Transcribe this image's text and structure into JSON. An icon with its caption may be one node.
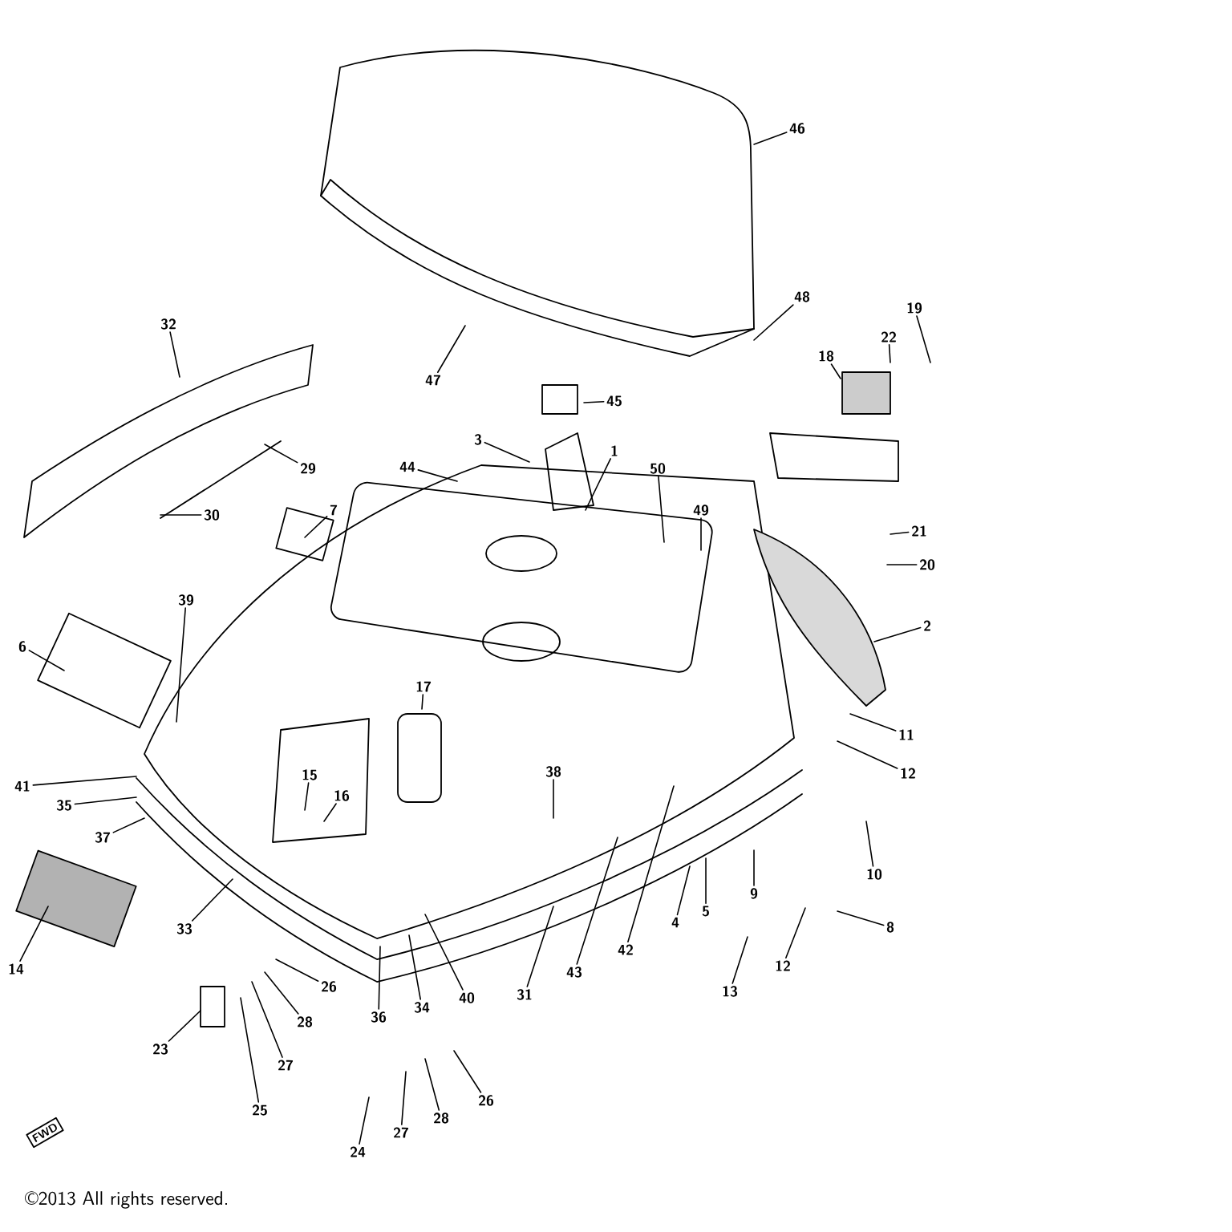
{
  "diagram": {
    "nodes": [
      {
        "text": [
          "46"
        ]
      },
      {
        "text": [
          "32"
        ]
      },
      {
        "text": [
          "47"
        ]
      },
      {
        "text": [
          "48"
        ]
      },
      {
        "text": [
          "19"
        ]
      },
      {
        "text": [
          "22"
        ]
      },
      {
        "text": [
          "18"
        ]
      },
      {
        "text": [
          "45"
        ]
      },
      {
        "text": [
          "3"
        ]
      },
      {
        "text": [
          "44"
        ]
      },
      {
        "text": [
          "1"
        ]
      },
      {
        "text": [
          "29"
        ]
      },
      {
        "text": [
          "50"
        ]
      },
      {
        "text": [
          "49"
        ]
      },
      {
        "text": [
          "30"
        ]
      },
      {
        "text": [
          "7"
        ]
      },
      {
        "text": [
          "21"
        ]
      },
      {
        "text": [
          "20"
        ]
      },
      {
        "text": [
          "39"
        ]
      },
      {
        "text": [
          "6"
        ]
      },
      {
        "text": [
          "2"
        ]
      },
      {
        "text": [
          "17"
        ]
      },
      {
        "text": [
          "11"
        ]
      },
      {
        "text": [
          "41"
        ]
      },
      {
        "text": [
          "35"
        ]
      },
      {
        "text": [
          "15"
        ]
      },
      {
        "text": [
          "16"
        ]
      },
      {
        "text": [
          "38"
        ]
      },
      {
        "text": [
          "12"
        ]
      },
      {
        "text": [
          "37"
        ]
      },
      {
        "text": [
          "10"
        ]
      },
      {
        "text": [
          "4"
        ]
      },
      {
        "text": [
          "5"
        ]
      },
      {
        "text": [
          "9"
        ]
      },
      {
        "text": [
          "33"
        ]
      },
      {
        "text": [
          "43"
        ]
      },
      {
        "text": [
          "42"
        ]
      },
      {
        "text": [
          "8"
        ]
      },
      {
        "text": [
          "14"
        ]
      },
      {
        "text": [
          "31"
        ]
      },
      {
        "text": [
          "12"
        ]
      },
      {
        "text": [
          "13"
        ]
      },
      {
        "text": [
          "36"
        ]
      },
      {
        "text": [
          "34"
        ]
      },
      {
        "text": [
          "40"
        ]
      },
      {
        "text": [
          "26"
        ]
      },
      {
        "text": [
          "28"
        ]
      },
      {
        "text": [
          "27"
        ]
      },
      {
        "text": [
          "23"
        ]
      },
      {
        "text": [
          "25"
        ]
      },
      {
        "text": [
          "26"
        ]
      },
      {
        "text": [
          "28"
        ]
      },
      {
        "text": [
          "27"
        ]
      },
      {
        "text": [
          "24"
        ]
      },
      {
        "text": [
          "FWD"
        ]
      }
    ],
    "edges": [
      {
        "from": 0,
        "to": null,
        "arrow": "none"
      },
      {
        "from": 1,
        "to": null,
        "arrow": "none"
      },
      {
        "from": 2,
        "to": null,
        "arrow": "none"
      },
      {
        "from": 3,
        "to": null,
        "arrow": "none"
      },
      {
        "from": 4,
        "to": null,
        "arrow": "none"
      },
      {
        "from": 5,
        "to": null,
        "arrow": "none"
      },
      {
        "from": 6,
        "to": null,
        "arrow": "none"
      },
      {
        "from": 7,
        "to": null,
        "arrow": "none"
      },
      {
        "from": 8,
        "to": null,
        "arrow": "none"
      },
      {
        "from": 9,
        "to": null,
        "arrow": "none"
      },
      {
        "from": 10,
        "to": null,
        "arrow": "none"
      },
      {
        "from": 11,
        "to": null,
        "arrow": "none"
      },
      {
        "from": 12,
        "to": null,
        "arrow": "none"
      },
      {
        "from": 13,
        "to": null,
        "arrow": "none"
      },
      {
        "from": 14,
        "to": null,
        "arrow": "none"
      },
      {
        "from": 15,
        "to": null,
        "arrow": "none"
      },
      {
        "from": 16,
        "to": null,
        "arrow": "none"
      },
      {
        "from": 17,
        "to": null,
        "arrow": "none"
      },
      {
        "from": 18,
        "to": null,
        "arrow": "none"
      },
      {
        "from": 19,
        "to": null,
        "arrow": "none"
      },
      {
        "from": 20,
        "to": null,
        "arrow": "none"
      },
      {
        "from": 21,
        "to": null,
        "arrow": "none"
      },
      {
        "from": 22,
        "to": null,
        "arrow": "none"
      },
      {
        "from": 23,
        "to": null,
        "arrow": "none"
      },
      {
        "from": 24,
        "to": null,
        "arrow": "none"
      },
      {
        "from": 25,
        "to": null,
        "arrow": "none"
      },
      {
        "from": 26,
        "to": null,
        "arrow": "none"
      },
      {
        "from": 27,
        "to": null,
        "arrow": "none"
      },
      {
        "from": 28,
        "to": null,
        "arrow": "none"
      },
      {
        "from": 29,
        "to": null,
        "arrow": "none"
      },
      {
        "from": 30,
        "to": null,
        "arrow": "none"
      },
      {
        "from": 31,
        "to": null,
        "arrow": "none"
      },
      {
        "from": 32,
        "to": null,
        "arrow": "none"
      },
      {
        "from": 33,
        "to": null,
        "arrow": "none"
      },
      {
        "from": 34,
        "to": null,
        "arrow": "none"
      },
      {
        "from": 35,
        "to": null,
        "arrow": "none"
      },
      {
        "from": 36,
        "to": null,
        "arrow": "none"
      },
      {
        "from": 37,
        "to": null,
        "arrow": "none"
      },
      {
        "from": 38,
        "to": null,
        "arrow": "none"
      },
      {
        "from": 39,
        "to": null,
        "arrow": "none"
      },
      {
        "from": 40,
        "to": null,
        "arrow": "none"
      },
      {
        "from": 41,
        "to": null,
        "arrow": "none"
      },
      {
        "from": 42,
        "to": null,
        "arrow": "none"
      },
      {
        "from": 43,
        "to": null,
        "arrow": "none"
      },
      {
        "from": 44,
        "to": null,
        "arrow": "none"
      },
      {
        "from": 45,
        "to": null,
        "arrow": "none"
      },
      {
        "from": 46,
        "to": null,
        "arrow": "none"
      },
      {
        "from": 47,
        "to": null,
        "arrow": "none"
      },
      {
        "from": 48,
        "to": null,
        "arrow": "none"
      },
      {
        "from": 49,
        "to": null,
        "arrow": "none"
      },
      {
        "from": 50,
        "to": null,
        "arrow": "none"
      },
      {
        "from": 51,
        "to": null,
        "arrow": "none"
      },
      {
        "from": 52,
        "to": null,
        "arrow": "none"
      },
      {
        "from": 53,
        "to": null,
        "arrow": "none"
      }
    ],
    "labels": [
      "©2013 All rights reserved."
    ]
  }
}
